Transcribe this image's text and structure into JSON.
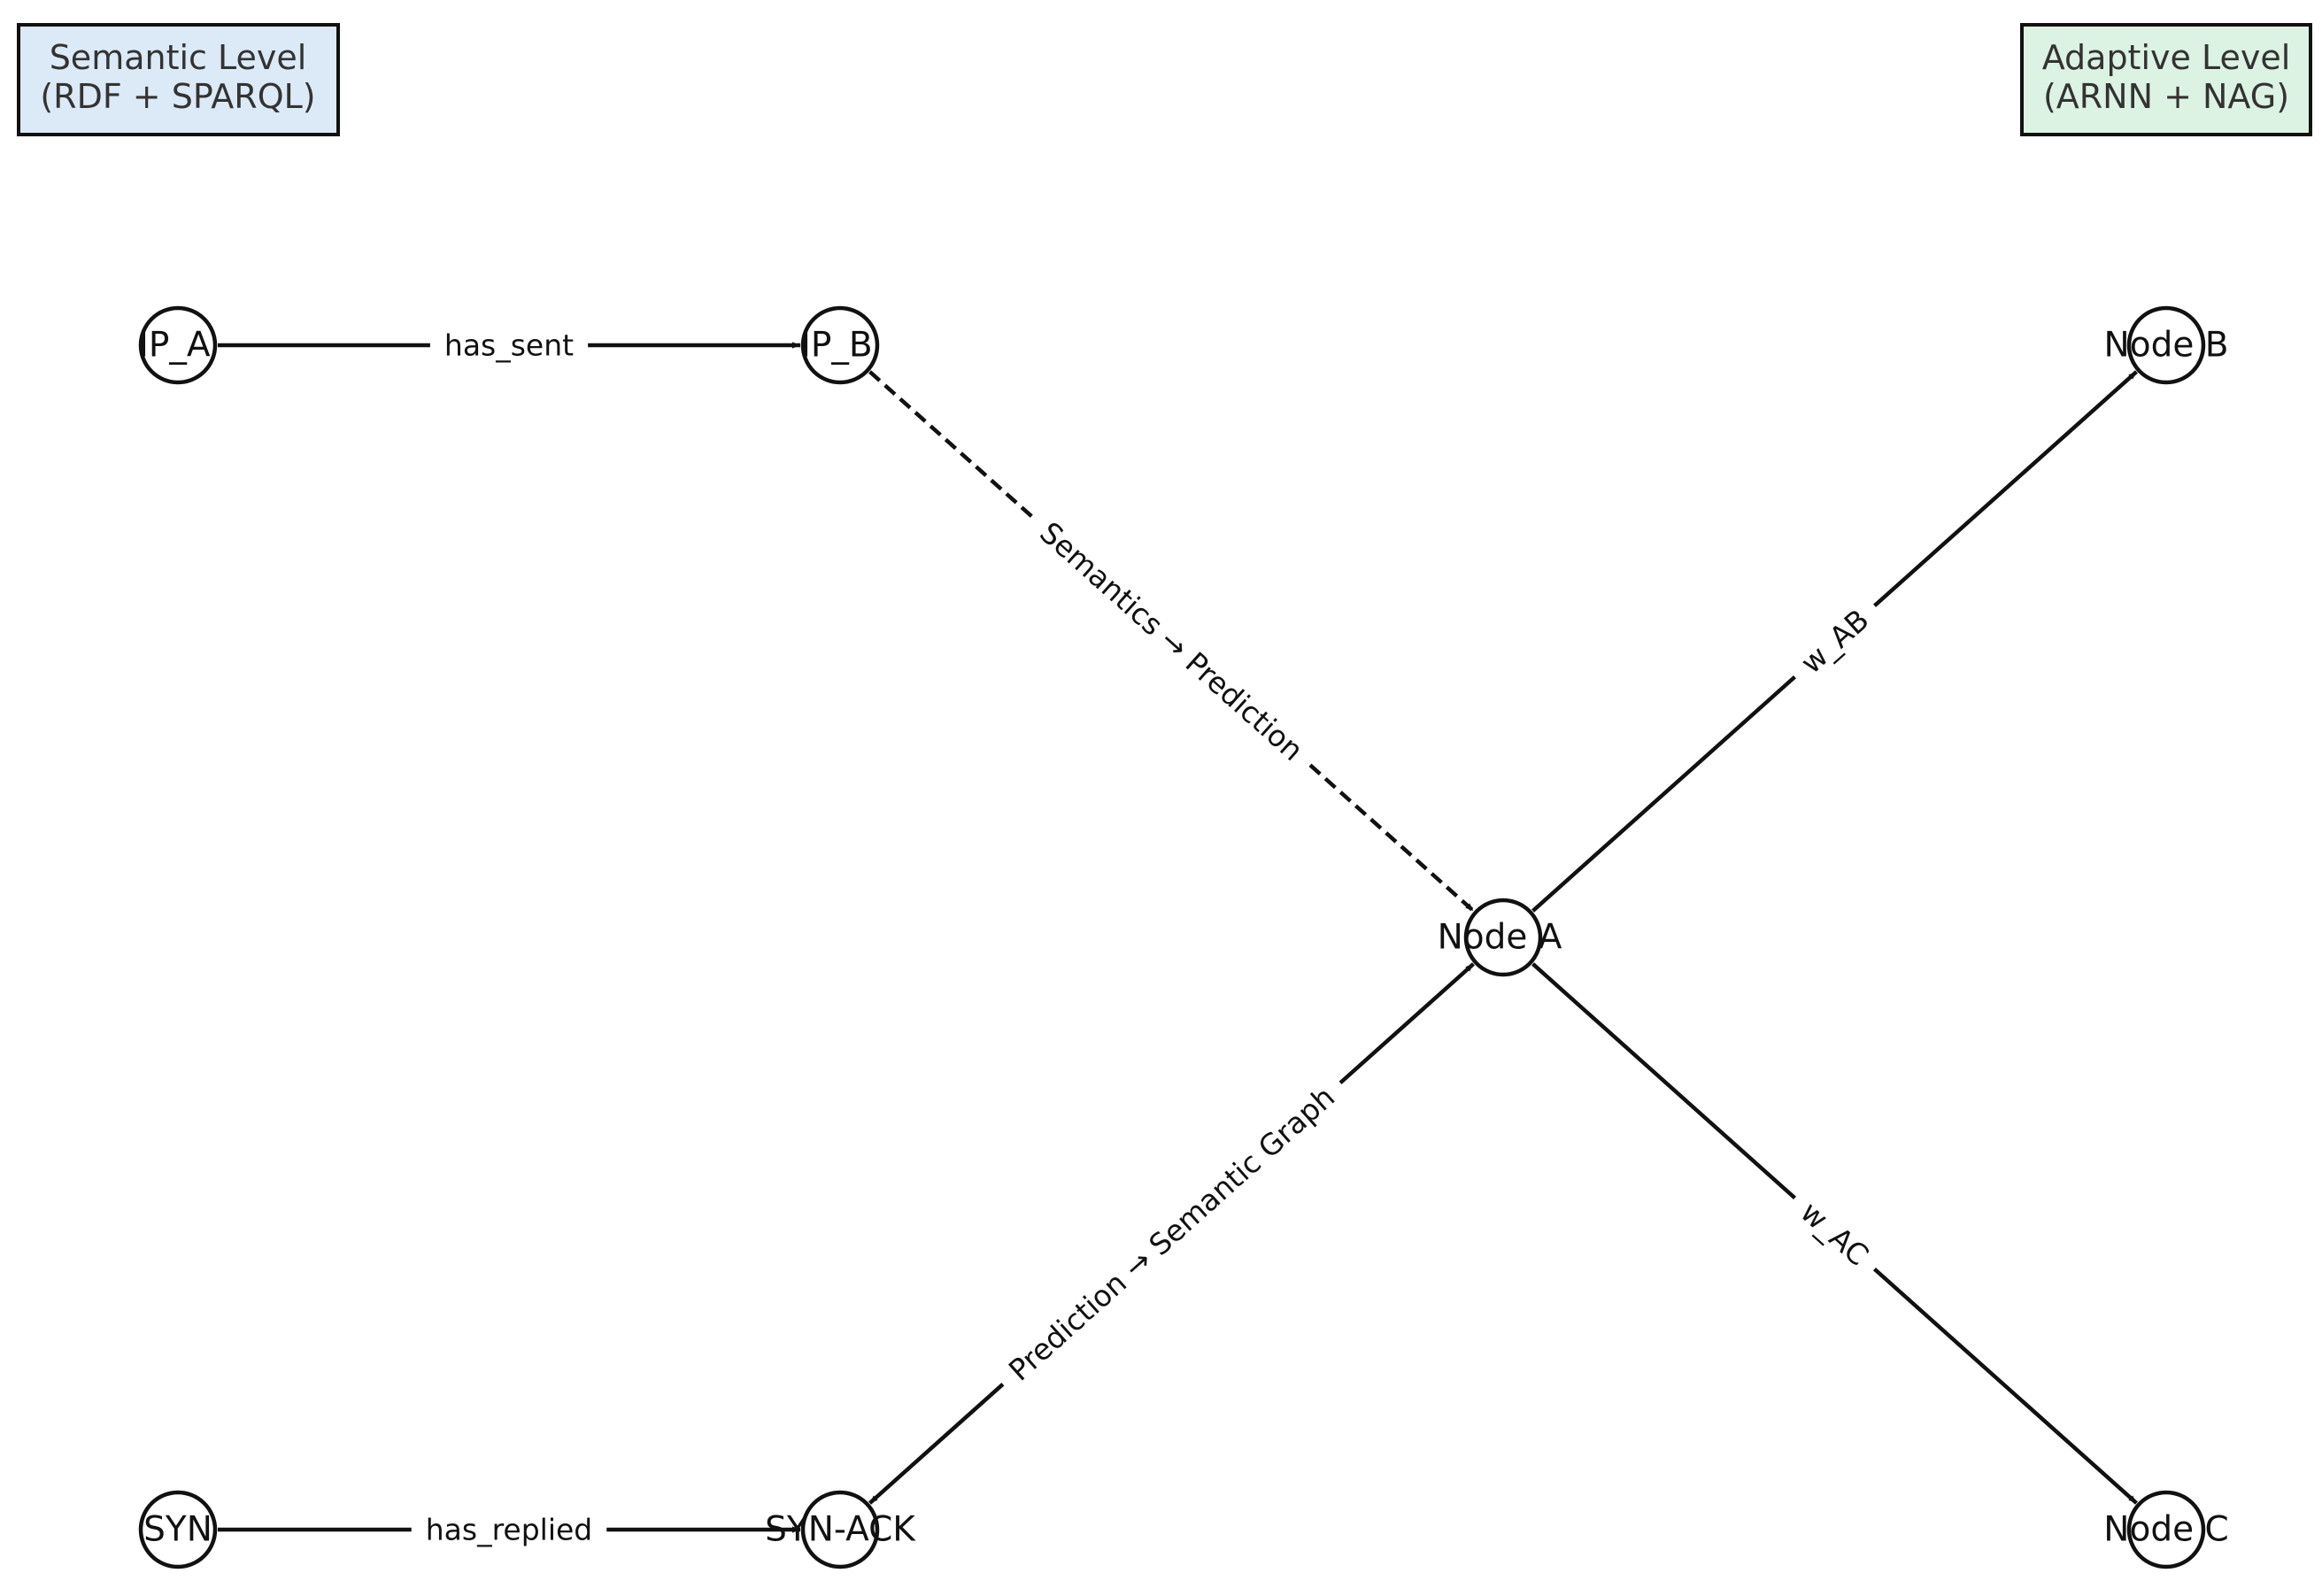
{
  "legend": {
    "semantic": {
      "line1": "Semantic Level",
      "line2": "(RDF + SPARQL)",
      "fill": "#dce9f7"
    },
    "adaptive": {
      "line1": "Adaptive Level",
      "line2": "(ARNN + NAG)",
      "fill": "#dcf2e3"
    }
  },
  "nodes": {
    "ip_a": {
      "label": "IP_A"
    },
    "ip_b": {
      "label": "IP_B"
    },
    "syn": {
      "label": "SYN"
    },
    "syn_ack": {
      "label": "SYN-ACK"
    },
    "node_a": {
      "label": "Node A"
    },
    "node_b": {
      "label": "Node B"
    },
    "node_c": {
      "label": "Node C"
    }
  },
  "edges": [
    {
      "from": "ip_a",
      "to": "ip_b",
      "label": "has_sent",
      "style": "solid",
      "arrow": "end"
    },
    {
      "from": "syn",
      "to": "syn_ack",
      "label": "has_replied",
      "style": "solid",
      "arrow": "end"
    },
    {
      "from": "ip_b",
      "to": "node_a",
      "label": "Semantics → Prediction",
      "style": "dashed",
      "arrow": "end"
    },
    {
      "from": "syn_ack",
      "to": "node_a",
      "label": "Prediction → Semantic Graph",
      "style": "solid",
      "arrow": "both"
    },
    {
      "from": "node_a",
      "to": "node_b",
      "label": "w_AB",
      "style": "solid",
      "arrow": "end"
    },
    {
      "from": "node_a",
      "to": "node_c",
      "label": "w_AC",
      "style": "solid",
      "arrow": "end"
    }
  ]
}
